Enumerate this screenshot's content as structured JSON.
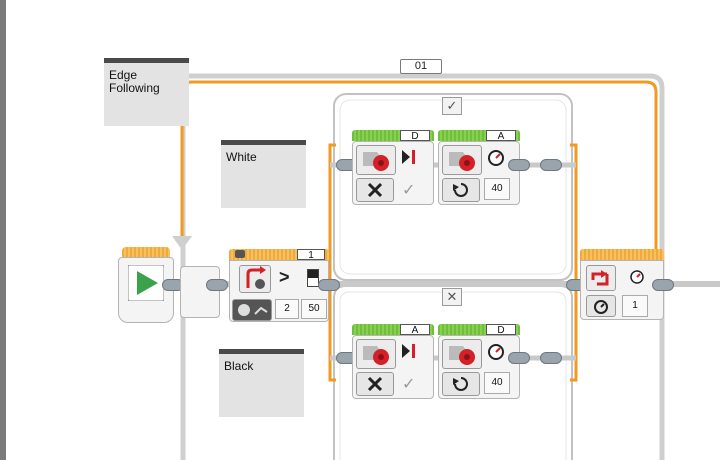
{
  "program": {
    "comment_edge": "Edge\nFollowing",
    "loop": {
      "label": "01"
    },
    "switch": {
      "port": "1",
      "compare_symbol": ">",
      "mode_value": "2",
      "threshold": "50",
      "case_true_icon": "check-icon",
      "case_false_icon": "x-icon"
    },
    "comment_white": "White",
    "comment_black": "Black",
    "top_case": {
      "motor1": {
        "port": "D",
        "mode_icon": "stop-icon"
      },
      "motor2": {
        "port": "A",
        "power": "40"
      }
    },
    "bottom_case": {
      "motor1": {
        "port": "A",
        "mode_icon": "stop-icon"
      },
      "motor2": {
        "port": "D",
        "power": "40"
      }
    },
    "loop_end": {
      "count": "1"
    },
    "colors": {
      "loop": "#f29a1f",
      "motor": "#7cc243",
      "sensor_red": "#d42027",
      "start": "#3aa24a"
    }
  }
}
